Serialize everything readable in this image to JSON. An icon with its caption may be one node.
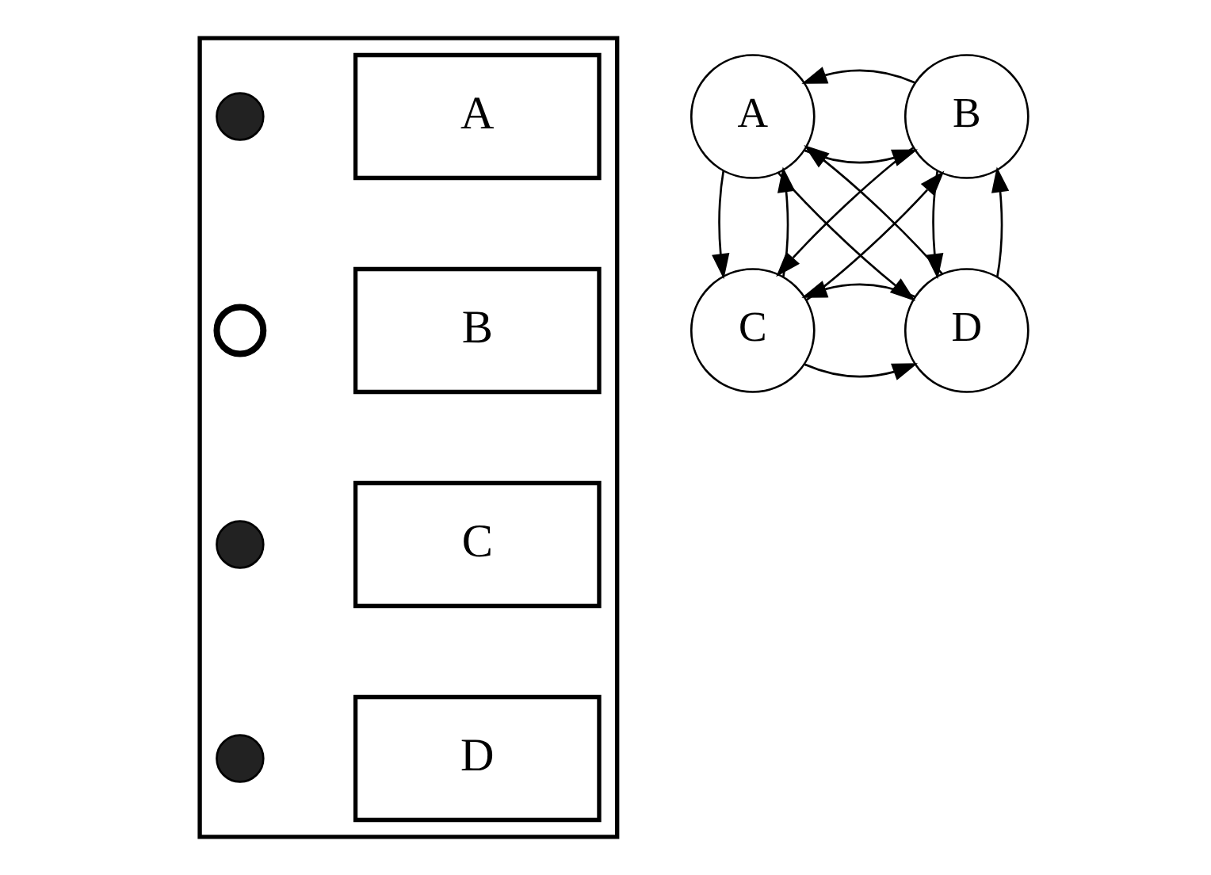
{
  "diagram": {
    "nodes": [
      {
        "text": [],
        "shape": "box"
      },
      {
        "text": [],
        "shape": "circle",
        "in": 0
      },
      {
        "text": [
          "A"
        ],
        "in": 0
      },
      {
        "text": [],
        "shape": "circle",
        "in": 0
      },
      {
        "text": [
          "B"
        ],
        "in": 0
      },
      {
        "text": [],
        "shape": "circle",
        "in": 0
      },
      {
        "text": [
          "C"
        ],
        "in": 0
      },
      {
        "text": [],
        "shape": "circle",
        "in": 0
      },
      {
        "text": [
          "D"
        ],
        "in": 0
      },
      {
        "text": [
          "A"
        ]
      },
      {
        "text": [
          "B"
        ]
      },
      {
        "text": [
          "C"
        ]
      },
      {
        "text": [
          "D"
        ]
      }
    ],
    "edges": [
      {
        "from": 9,
        "to": 10,
        "arrow": "to"
      },
      {
        "from": 10,
        "to": 9,
        "arrow": "to"
      },
      {
        "from": 9,
        "to": 11,
        "arrow": "to"
      },
      {
        "from": 11,
        "to": 9,
        "arrow": "to"
      },
      {
        "from": 9,
        "to": 12,
        "arrow": "to"
      },
      {
        "from": 12,
        "to": 9,
        "arrow": "to"
      },
      {
        "from": 10,
        "to": 11,
        "arrow": "to"
      },
      {
        "from": 11,
        "to": 10,
        "arrow": "to"
      },
      {
        "from": 10,
        "to": 12,
        "arrow": "to"
      },
      {
        "from": 12,
        "to": 10,
        "arrow": "to"
      },
      {
        "from": 11,
        "to": 12,
        "arrow": "to"
      },
      {
        "from": 12,
        "to": 11,
        "arrow": "to"
      }
    ]
  }
}
